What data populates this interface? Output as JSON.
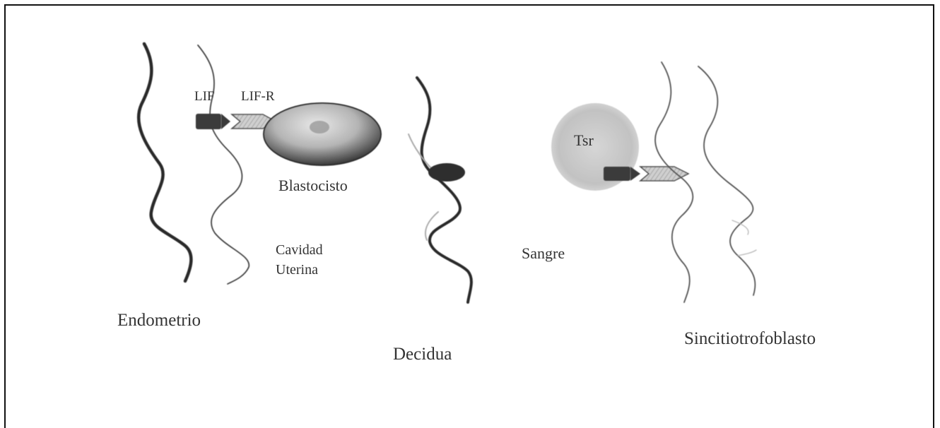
{
  "labels": {
    "lif": "LIF",
    "lif_r": "LIF-R",
    "blastocisto": "Blastocisto",
    "cavidad_line1": "Cavidad",
    "cavidad_line2": "Uterina",
    "endometrio": "Endometrio",
    "decidua": "Decidua",
    "tsr": "Tsr",
    "sangre": "Sangre",
    "sincitiotrofoblasto": "Sincitiotrofoblasto"
  },
  "colors": {
    "ink": "#2b2b2b",
    "light_ink": "#555555",
    "frame": "#111111"
  }
}
